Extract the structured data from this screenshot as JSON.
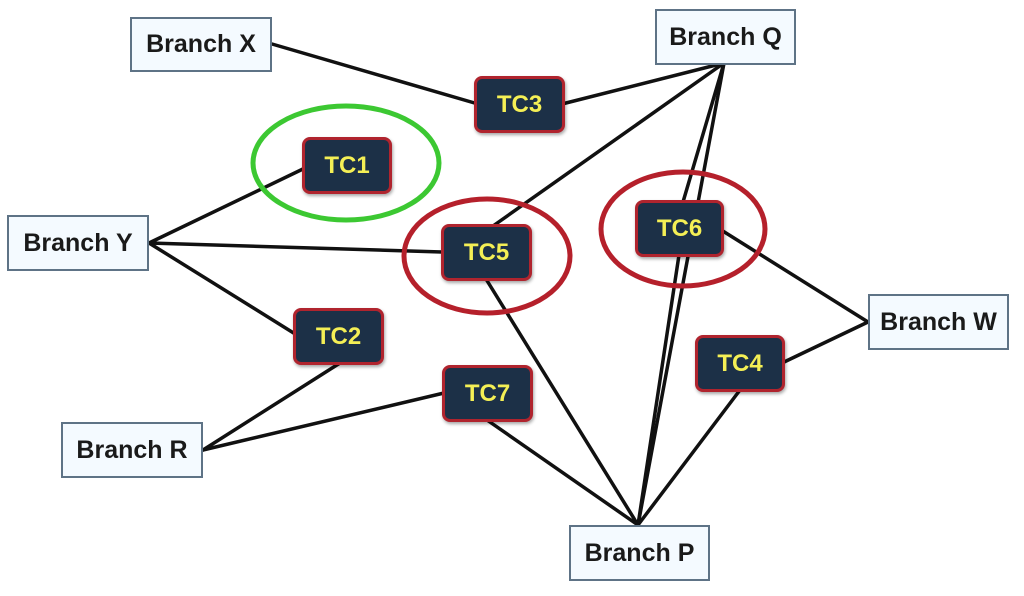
{
  "colors": {
    "line": "#111111",
    "highlight_green": "#3cc832",
    "highlight_red": "#b5202b",
    "tc_fill": "#1c3047",
    "tc_text": "#f4ef55",
    "branch_fill": "#f4faff"
  },
  "branches": [
    {
      "id": "X",
      "label": "Branch X"
    },
    {
      "id": "Q",
      "label": "Branch Q"
    },
    {
      "id": "Y",
      "label": "Branch Y"
    },
    {
      "id": "W",
      "label": "Branch W"
    },
    {
      "id": "R",
      "label": "Branch R"
    },
    {
      "id": "P",
      "label": "Branch P"
    }
  ],
  "test_cases": [
    {
      "id": "TC1",
      "label": "TC1"
    },
    {
      "id": "TC2",
      "label": "TC2"
    },
    {
      "id": "TC3",
      "label": "TC3"
    },
    {
      "id": "TC4",
      "label": "TC4"
    },
    {
      "id": "TC5",
      "label": "TC5"
    },
    {
      "id": "TC6",
      "label": "TC6"
    },
    {
      "id": "TC7",
      "label": "TC7"
    }
  ],
  "edges": [
    [
      "X",
      "TC3"
    ],
    [
      "TC3",
      "Q"
    ],
    [
      "Y",
      "TC1"
    ],
    [
      "Y",
      "TC5"
    ],
    [
      "Y",
      "TC2"
    ],
    [
      "Q",
      "TC5"
    ],
    [
      "Q",
      "TC6"
    ],
    [
      "Q",
      "P"
    ],
    [
      "TC6",
      "W"
    ],
    [
      "TC4",
      "W"
    ],
    [
      "TC2",
      "R"
    ],
    [
      "R",
      "TC7"
    ],
    [
      "TC5",
      "P"
    ],
    [
      "TC6",
      "P"
    ],
    [
      "TC7",
      "P"
    ],
    [
      "TC4",
      "P"
    ]
  ],
  "highlights": [
    {
      "target": "TC1",
      "color": "green"
    },
    {
      "target": "TC5",
      "color": "red"
    },
    {
      "target": "TC6",
      "color": "red"
    }
  ]
}
